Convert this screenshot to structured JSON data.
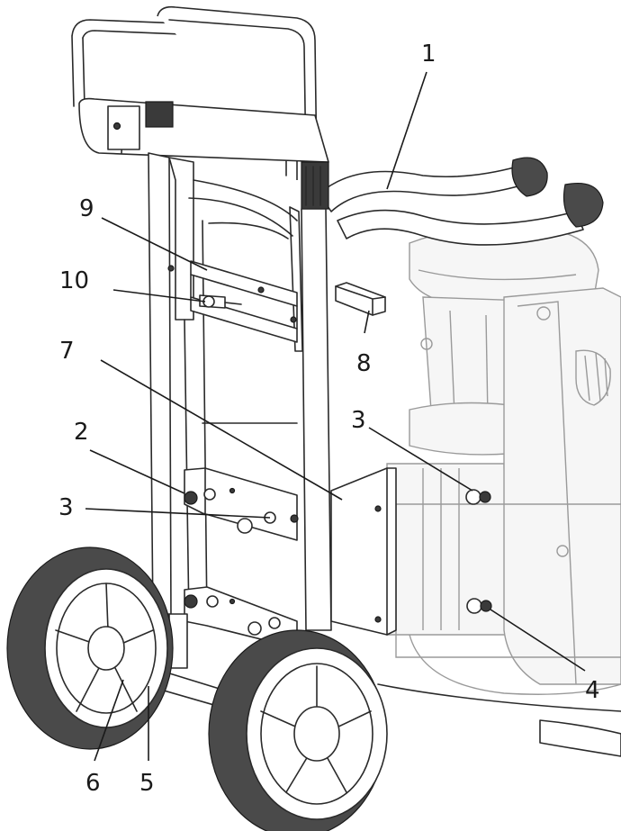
{
  "callouts": [
    {
      "number": "1"
    },
    {
      "number": "2"
    },
    {
      "number": "3"
    },
    {
      "number": "3"
    },
    {
      "number": "4"
    },
    {
      "number": "5"
    },
    {
      "number": "6"
    },
    {
      "number": "7"
    },
    {
      "number": "8"
    },
    {
      "number": "9"
    },
    {
      "number": "10"
    }
  ]
}
